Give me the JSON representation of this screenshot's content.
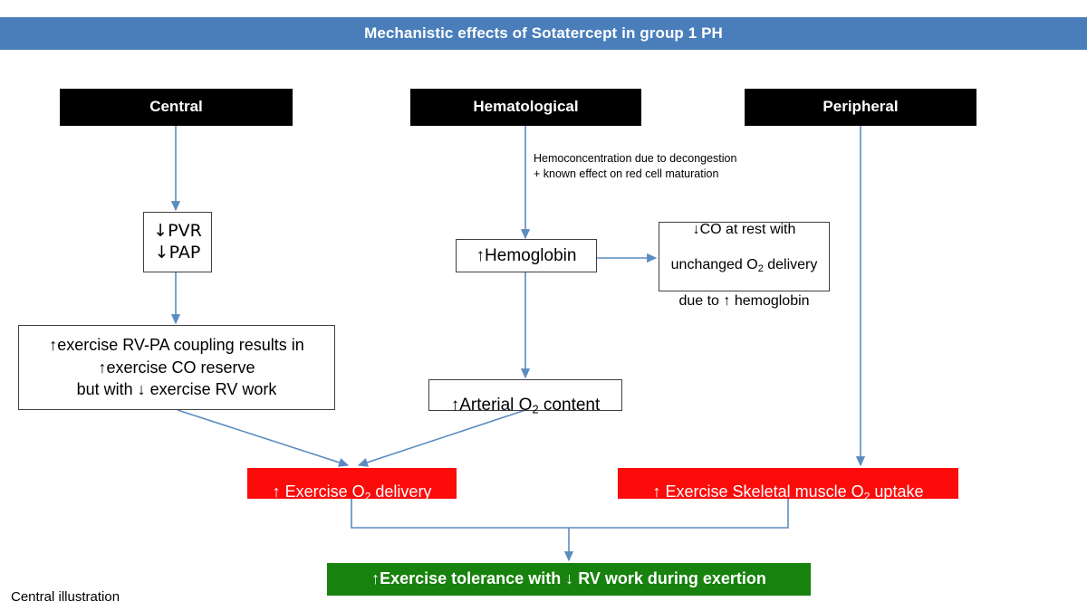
{
  "header": {
    "title": "Mechanistic effects of Sotatercept in group 1 PH",
    "bar_color": "#4a7ebb"
  },
  "colors": {
    "header_box": "#000000",
    "connector": "#5b8cc0",
    "red": "#fc0b0b",
    "green": "#17820d",
    "box_border": "#3f3f3f"
  },
  "columns": [
    {
      "label": "Central"
    },
    {
      "label": "Hematological"
    },
    {
      "label": "Peripheral"
    }
  ],
  "nodes": {
    "pvr_pap": "↓PVR\n↓PAP",
    "hemoglobin": "↑Hemoglobin",
    "co_at_rest_line1": "↓CO at rest with",
    "co_at_rest_line2_a": "unchanged O",
    "co_at_rest_line2_b": " delivery",
    "co_at_rest_line3": "due to ↑ hemoglobin",
    "rv_pa_coupling": "↑exercise RV-PA coupling results in\n↑exercise CO reserve\nbut with ↓ exercise RV work",
    "arterial_o2_a": "↑Arterial O",
    "arterial_o2_b": " content",
    "exercise_o2_delivery_a": "↑ Exercise O",
    "exercise_o2_delivery_b": " delivery",
    "skeletal_uptake_a": "↑ Exercise Skeletal muscle O",
    "skeletal_uptake_b": " uptake",
    "exercise_tolerance": "↑Exercise tolerance with ↓ RV work during exertion"
  },
  "annotation": {
    "hemoconcentration": "Hemoconcentration due to decongestion\n+ known effect on red cell maturation"
  },
  "caption": {
    "text": "Central illustration"
  },
  "subscripts": {
    "two": "2"
  }
}
